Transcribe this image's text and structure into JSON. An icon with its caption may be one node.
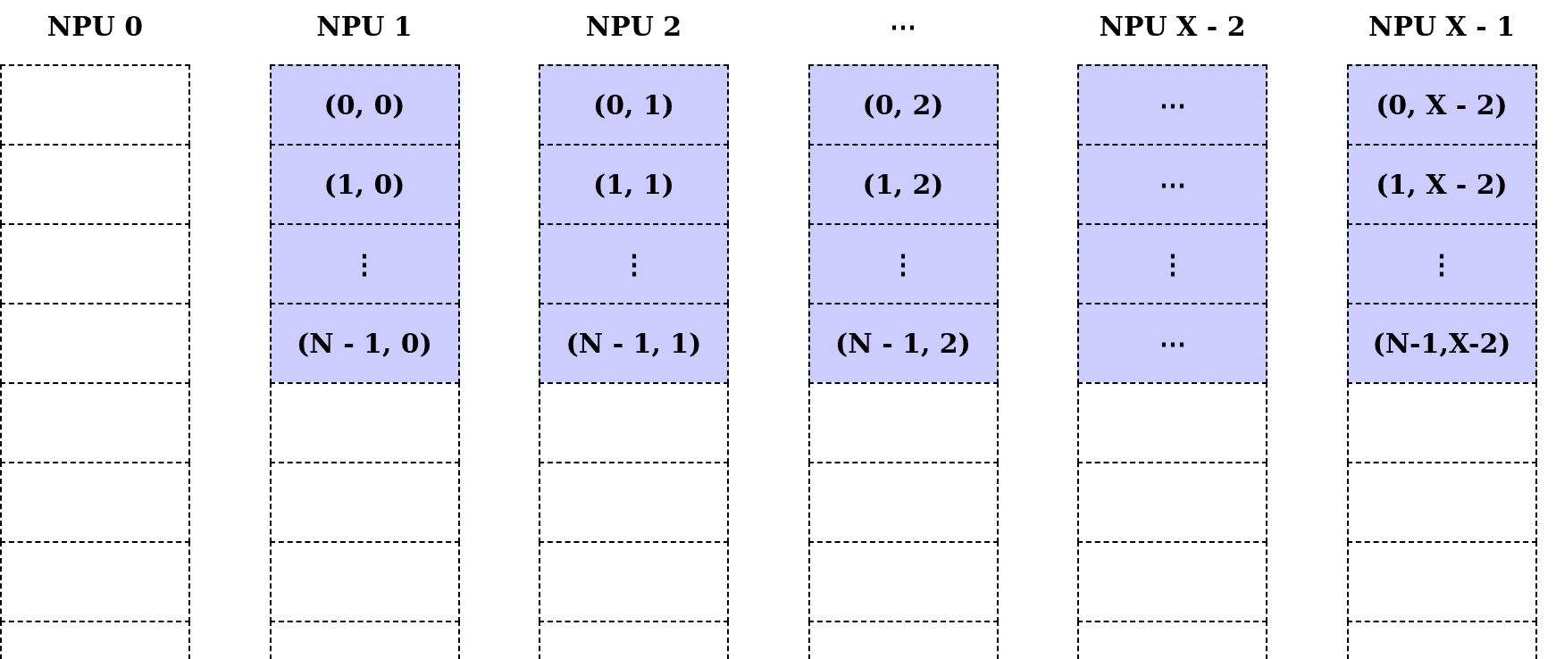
{
  "diagram": {
    "nodes": [
      {
        "text": [],
        "shape": "box"
      },
      {
        "text": [
          "(0, 0)"
        ]
      },
      {
        "text": [
          "(0, 1)"
        ]
      },
      {
        "text": [
          "(0, 2)"
        ]
      },
      {
        "text": [
          "⋯"
        ]
      },
      {
        "text": [
          "(0, X - 2)"
        ]
      },
      {
        "text": [],
        "shape": "box"
      },
      {
        "text": [
          "(1, 0)"
        ]
      },
      {
        "text": [
          "(1, 1)"
        ]
      },
      {
        "text": [
          "(1, 2)"
        ]
      },
      {
        "text": [
          "⋯"
        ]
      },
      {
        "text": [
          "(1, X - 2)"
        ]
      },
      {
        "text": [],
        "shape": "box"
      },
      {
        "text": [
          "⋮"
        ]
      },
      {
        "text": [
          "⋮"
        ]
      },
      {
        "text": [
          "⋮"
        ]
      },
      {
        "text": [
          "⋮"
        ]
      },
      {
        "text": [
          "⋮"
        ]
      },
      {
        "text": [],
        "shape": "box"
      },
      {
        "text": [
          "(N - 1, 0)"
        ]
      },
      {
        "text": [
          "(N - 1, 1)"
        ]
      },
      {
        "text": [
          "(N - 1, 2)"
        ]
      },
      {
        "text": [
          "⋯"
        ]
      },
      {
        "text": [
          "(N-1,X-2)"
        ]
      },
      {
        "text": [],
        "shape": "box"
      },
      {
        "text": [],
        "shape": "box"
      },
      {
        "text": [],
        "shape": "box"
      },
      {
        "text": [],
        "shape": "box"
      },
      {
        "text": [],
        "shape": "box"
      },
      {
        "text": [],
        "shape": "box"
      },
      {
        "text": [],
        "shape": "box"
      },
      {
        "text": [],
        "shape": "box"
      },
      {
        "text": [],
        "shape": "box"
      },
      {
        "text": [],
        "shape": "box"
      },
      {
        "text": [],
        "shape": "box"
      },
      {
        "text": [],
        "shape": "box"
      },
      {
        "text": [],
        "shape": "box"
      },
      {
        "text": [],
        "shape": "box"
      },
      {
        "text": [],
        "shape": "box"
      },
      {
        "text": [],
        "shape": "box"
      },
      {
        "text": [],
        "shape": "box"
      },
      {
        "text": [],
        "shape": "box"
      },
      {
        "text": [],
        "shape": "box"
      },
      {
        "text": [],
        "shape": "box"
      },
      {
        "text": [],
        "shape": "box"
      },
      {
        "text": [],
        "shape": "box"
      },
      {
        "text": [],
        "shape": "box"
      },
      {
        "text": [],
        "shape": "box"
      }
    ],
    "labels": [
      "NPU 0",
      "NPU 1",
      "NPU 2",
      "⋯",
      "NPU X - 2",
      "NPU X - 1"
    ]
  }
}
